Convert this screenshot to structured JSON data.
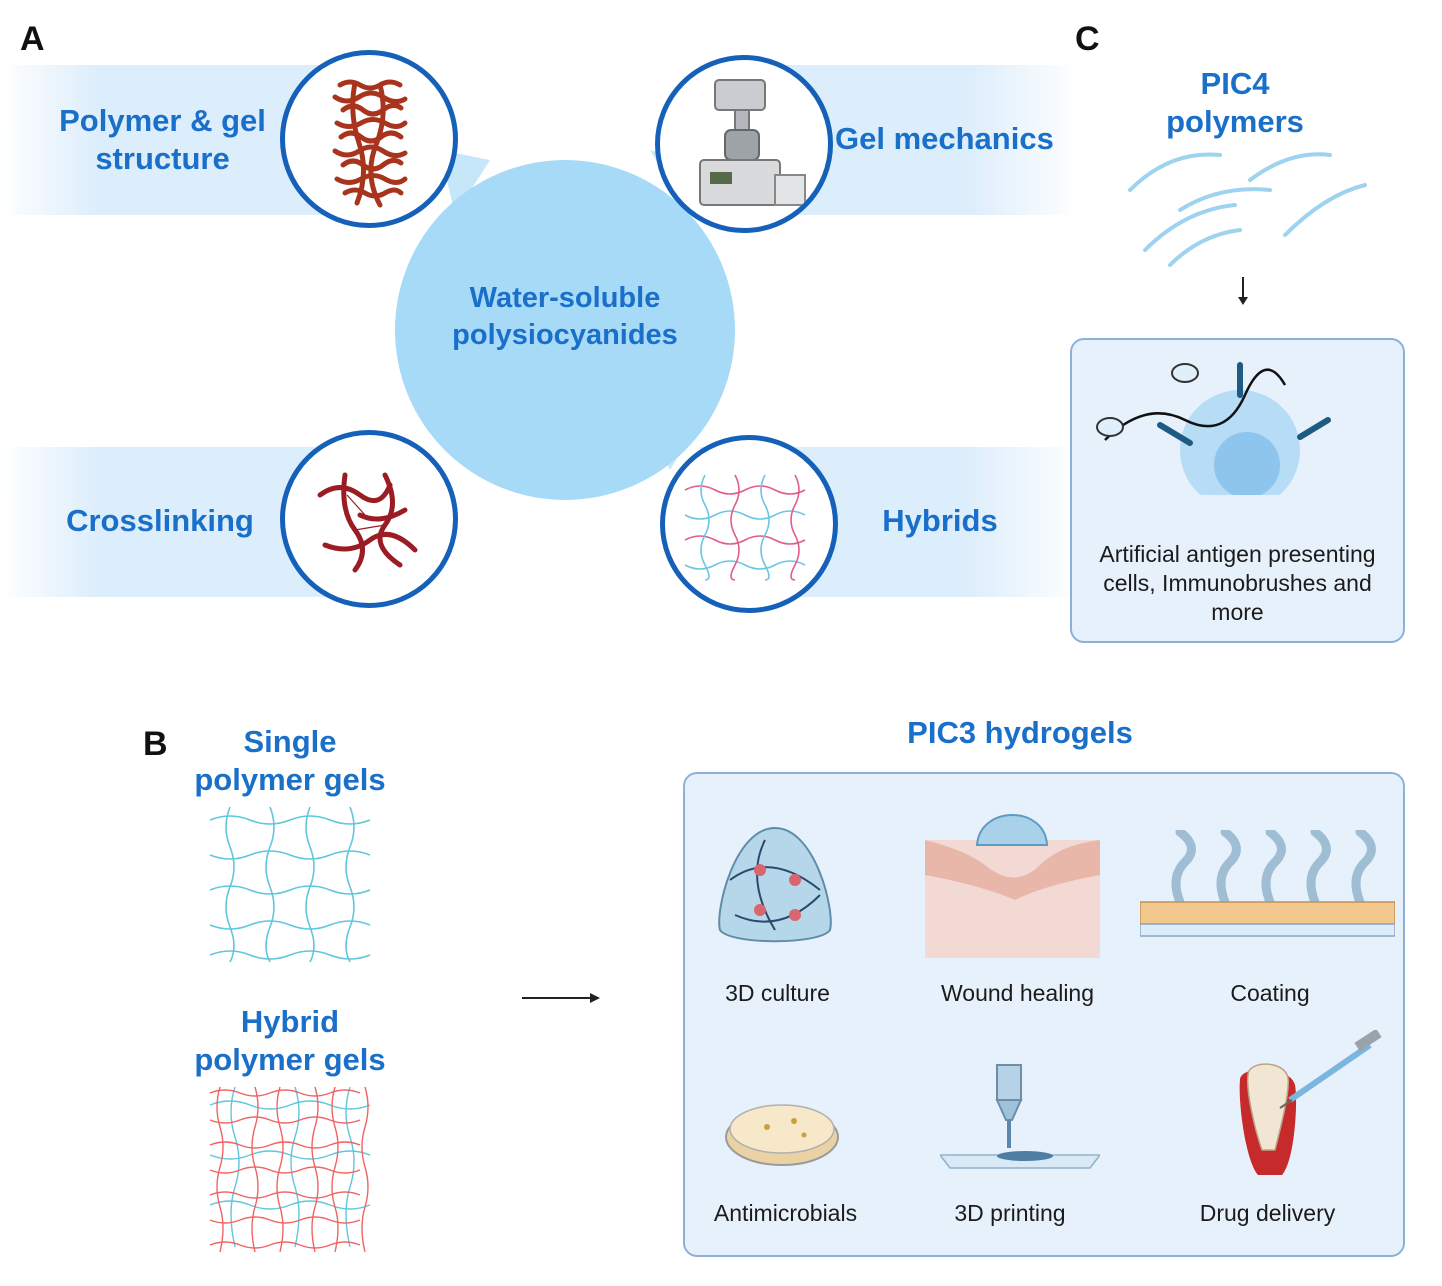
{
  "panels": {
    "a": "A",
    "b": "B",
    "c": "C"
  },
  "panel_a": {
    "center": "Water-soluble polysiocyanides",
    "items": [
      {
        "label": "Polymer & gel structure"
      },
      {
        "label": "Gel mechanics"
      },
      {
        "label": "Crosslinking"
      },
      {
        "label": "Hybrids"
      }
    ]
  },
  "panel_c": {
    "title": "PIC4 polymers",
    "box_text": "Artificial antigen presenting cells, Immunobrushes and more"
  },
  "panel_b": {
    "single_title": "Single polymer gels",
    "hybrid_title": "Hybrid polymer gels",
    "hydrogels_title": "PIC3 hydrogels",
    "applications": [
      {
        "label": "3D culture"
      },
      {
        "label": "Wound healing"
      },
      {
        "label": "Coating"
      },
      {
        "label": "Antimicrobials"
      },
      {
        "label": "3D printing"
      },
      {
        "label": "Drug delivery"
      }
    ]
  },
  "colors": {
    "accent_blue": "#1a6fc9",
    "circle_border": "#1560b8",
    "center_fill": "#a7daf7",
    "box_fill": "#e7f1fb"
  }
}
